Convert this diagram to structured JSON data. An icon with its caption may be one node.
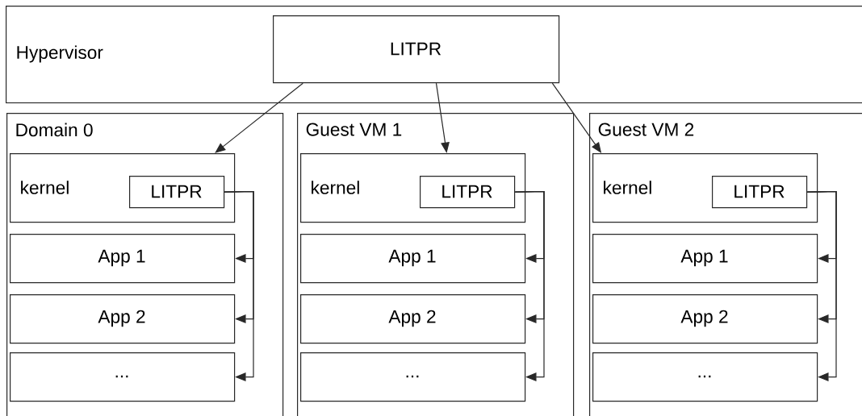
{
  "diagram": {
    "nodes": [
      {
        "text": [
          "Hypervisor"
        ]
      },
      {
        "text": [
          "LITPR"
        ],
        "in": 0
      },
      {
        "text": [
          "Domain 0"
        ]
      },
      {
        "text": [
          "kernel"
        ],
        "in": 2
      },
      {
        "text": [
          "LITPR"
        ],
        "in": 3
      },
      {
        "text": [
          "App 1"
        ],
        "in": 2
      },
      {
        "text": [
          "App 2"
        ],
        "in": 2
      },
      {
        "text": [
          "..."
        ],
        "in": 2
      },
      {
        "text": [
          "Guest VM 1"
        ]
      },
      {
        "text": [
          "kernel"
        ],
        "in": 8
      },
      {
        "text": [
          "LITPR"
        ],
        "in": 9
      },
      {
        "text": [
          "App 1"
        ],
        "in": 8
      },
      {
        "text": [
          "App 2"
        ],
        "in": 8
      },
      {
        "text": [
          "..."
        ],
        "in": 8
      },
      {
        "text": [
          "Guest VM 2"
        ]
      },
      {
        "text": [
          "kernel"
        ],
        "in": 14
      },
      {
        "text": [
          "LITPR"
        ],
        "in": 15
      },
      {
        "text": [
          "App 1"
        ],
        "in": 14
      },
      {
        "text": [
          "App 2"
        ],
        "in": 14
      },
      {
        "text": [
          "..."
        ],
        "in": 14
      }
    ],
    "edges": [
      {
        "from": 1,
        "to": 3,
        "arrow": "to"
      },
      {
        "from": 1,
        "to": 9,
        "arrow": "to"
      },
      {
        "from": 1,
        "to": 15,
        "arrow": "to"
      },
      {
        "from": 4,
        "to": 5,
        "arrow": "to"
      },
      {
        "from": 4,
        "to": 6,
        "arrow": "to"
      },
      {
        "from": 4,
        "to": 7,
        "arrow": "to"
      },
      {
        "from": 10,
        "to": 11,
        "arrow": "to"
      },
      {
        "from": 10,
        "to": 12,
        "arrow": "to"
      },
      {
        "from": 10,
        "to": 13,
        "arrow": "to"
      },
      {
        "from": 16,
        "to": 17,
        "arrow": "to"
      },
      {
        "from": 16,
        "to": 18,
        "arrow": "to"
      },
      {
        "from": 16,
        "to": 19,
        "arrow": "to"
      }
    ]
  }
}
